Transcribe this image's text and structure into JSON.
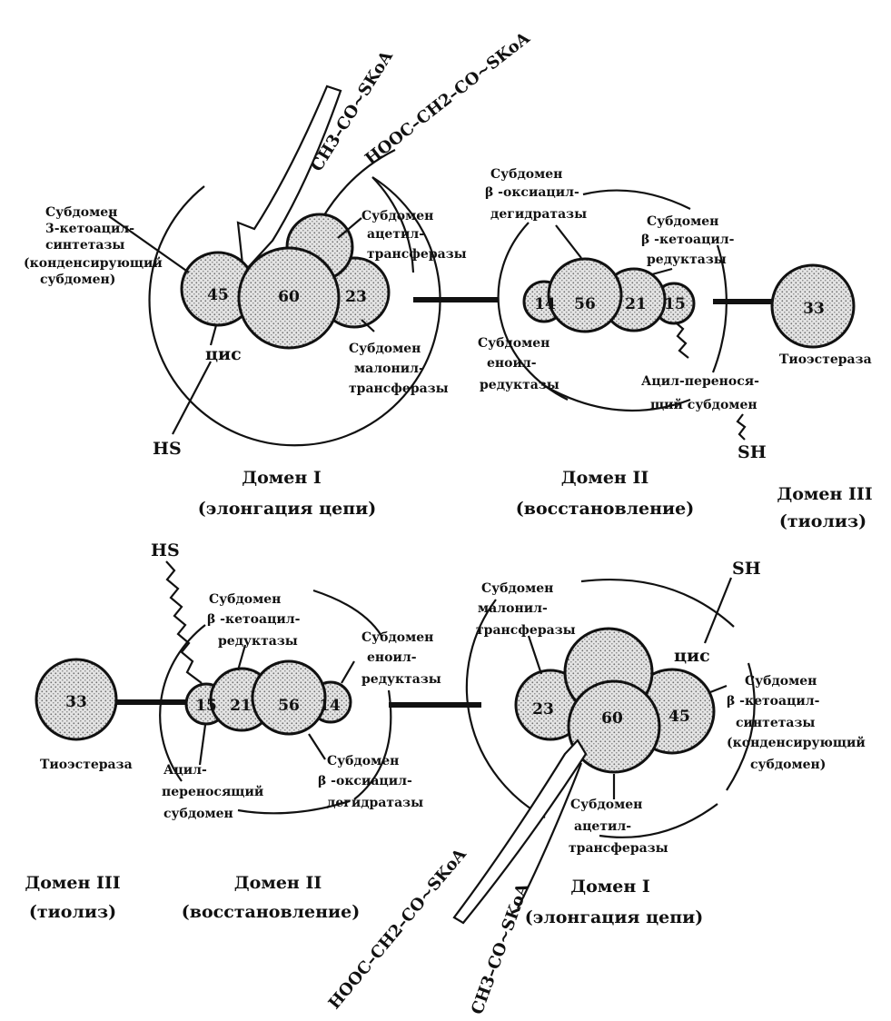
{
  "colors": {
    "ink": "#111111",
    "stipple": "#8a8a8a",
    "fill": "#e6e6e6"
  },
  "top": {
    "domain1": {
      "title": "Домен I",
      "subtitle": "(элонгация цепи)",
      "numbers": [
        "45",
        "60",
        "23"
      ],
      "cys": "цис",
      "hs": "HS",
      "chem_acetyl": "CH3–CO~SKoA",
      "chem_malonyl": "HOOC–CH2–CO~SKoA",
      "ketoacyl_synthase": [
        "Субдомен",
        "3-кетоацил-",
        "синтетазы",
        "(конденсирующий",
        "субдомен)"
      ],
      "acetyl_transferase": [
        "Субдомен",
        "ацетил-",
        "трансферазы"
      ],
      "malonyl_transferase": [
        "Субдомен",
        "малонил-",
        "трансферазы"
      ]
    },
    "domain2": {
      "title": "Домен II",
      "subtitle": "(восстановление)",
      "numbers": [
        "14",
        "56",
        "21",
        "15"
      ],
      "dehydratase": [
        "Субдомен",
        "β -оксиацил-",
        "дегидратазы"
      ],
      "reductase": [
        "Субдомен",
        "β -кетоацил-",
        "редуктазы"
      ],
      "enoyl_reductase": [
        "Субдомен",
        "еноил-",
        "редуктазы"
      ],
      "acyl_carrier": [
        "Ацил-перенося-",
        "щий субдомен"
      ],
      "sh": "SH"
    },
    "domain3": {
      "title": "Домен III",
      "subtitle": "(тиолиз)",
      "number": "33",
      "label": "Тиоэстераза"
    }
  },
  "bottom": {
    "domain3": {
      "title": "Домен III",
      "subtitle": "(тиолиз)",
      "number": "33",
      "label": "Тиоэстераза"
    },
    "domain2": {
      "title": "Домен II",
      "subtitle": "(восстановление)",
      "numbers": [
        "15",
        "21",
        "56",
        "14"
      ],
      "hs": "HS",
      "reductase": [
        "Субдомен",
        "β -кетоацил-",
        "редуктазы"
      ],
      "enoyl_reductase": [
        "Субдомен",
        "еноил-",
        "редуктазы"
      ],
      "acyl_carrier": [
        "Ацил-",
        "переносящий",
        "субдомен"
      ],
      "dehydratase": [
        "Субдомен",
        "β -оксиацил-",
        "дегидратазы"
      ]
    },
    "domain1": {
      "title": "Домен I",
      "subtitle": "(элонгация цепи)",
      "numbers": [
        "23",
        "60",
        "45"
      ],
      "sh": "SH",
      "cys": "цис",
      "chem_malonyl": "HOOC–CH2–CO~SKoA",
      "chem_acetyl": "CH3–CO~SKoA",
      "malonyl_transferase": [
        "Субдомен",
        "малонил-",
        "трансферазы"
      ],
      "ketoacyl_synthase": [
        "Субдомен",
        "β -кетоацил-",
        "синтетазы",
        "(конденсирующий",
        "субдомен)"
      ],
      "acetyl_transferase": [
        "Субдомен",
        "ацетил-",
        "трансферазы"
      ]
    }
  }
}
